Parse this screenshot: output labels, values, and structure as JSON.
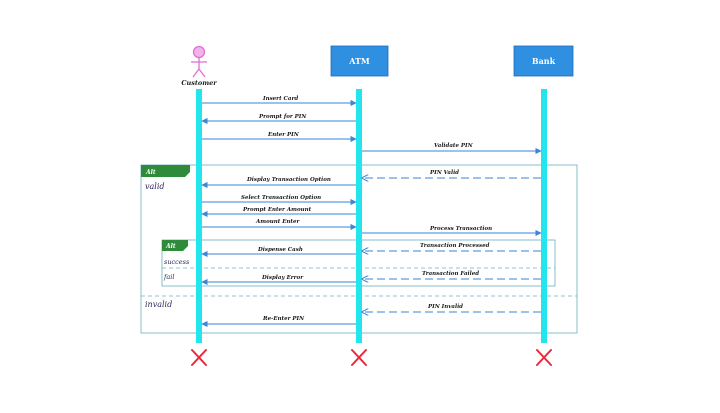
{
  "participants": {
    "customer": "Customer",
    "atm": "ATM",
    "bank": "Bank"
  },
  "frames": {
    "outer_alt": {
      "label": "Alt",
      "guard_valid": "valid",
      "guard_invalid": "invalid"
    },
    "inner_alt": {
      "label": "Alt",
      "guard_success": "success",
      "guard_fail": "fail"
    }
  },
  "messages": [
    "Insert Card",
    "Prompt for PIN",
    "Enter PIN",
    "Validate PIN",
    "PIN Valid",
    "Display Transaction Option",
    "Select Transaction Option",
    "Prompt Enter Amount",
    "Amount Enter",
    "Process Transaction",
    "Transaction Processed",
    "Dispense Cash",
    "Transaction Failed",
    "Display Error",
    "PIN Invalid",
    "Re-Enter PIN"
  ],
  "colors": {
    "lifeline": "#22e5ee",
    "box_fill": "#2f8fe0",
    "arrow": "#3a86d8",
    "frame": "#6ab0c0",
    "frame_tag": "#2e8b3a",
    "actor": "#e36fd4",
    "destroy": "#e8283a"
  }
}
